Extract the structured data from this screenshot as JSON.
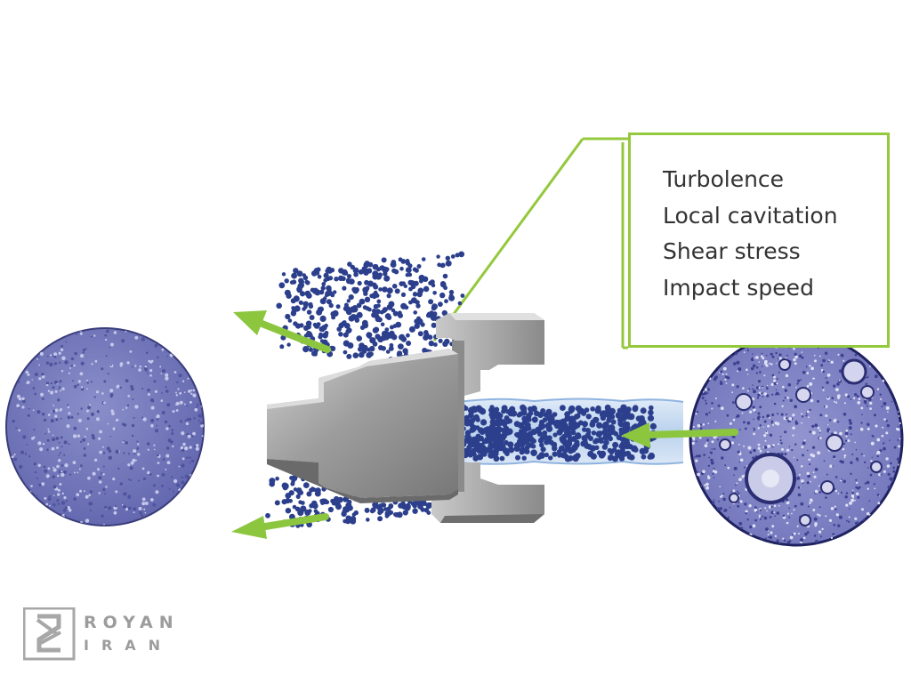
{
  "callout": {
    "items": [
      {
        "label": "Turbolence"
      },
      {
        "label": "Local cavitation"
      },
      {
        "label": "Shear stress"
      },
      {
        "label": "Impact speed"
      }
    ]
  },
  "logo": {
    "line1": "ROYAN",
    "line2": "IRAN"
  },
  "colors": {
    "arrow": "#8cc63f",
    "callout_border": "#94c83d",
    "particle": "#2c3f8c",
    "valve_metal": "#8f8f8f",
    "micrograph_fill": "#6f73b8",
    "fluid": "#bcd4ee"
  }
}
